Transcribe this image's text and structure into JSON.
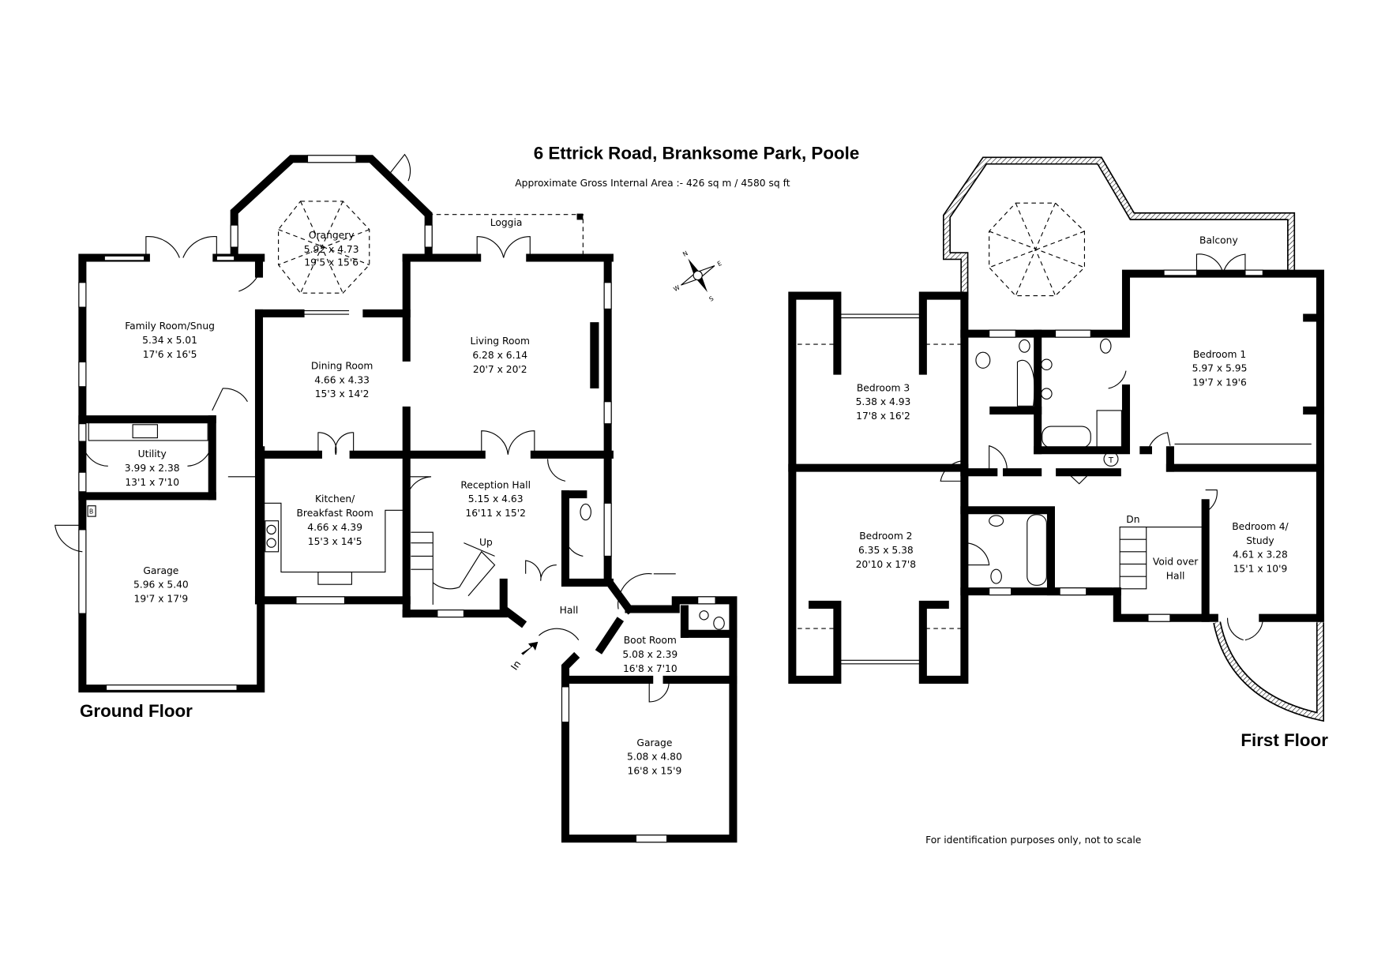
{
  "title": "6 Ettrick Road, Branksome Park, Poole",
  "area": "Approximate Gross Internal Area  :-   426 sq m /  4580 sq ft",
  "disclaimer": "For identification purposes only, not to scale",
  "ground_floor": {
    "label": "Ground Floor",
    "rooms": [
      {
        "name": "Orangery",
        "metric": "5.92 x 4.73",
        "imperial": "19'5 x 15'6"
      },
      {
        "name": "Loggia"
      },
      {
        "name": "Family Room/Snug",
        "metric": "5.34 x 5.01",
        "imperial": "17'6 x 16'5"
      },
      {
        "name": "Dining Room",
        "metric": "4.66 x 4.33",
        "imperial": "15'3 x 14'2"
      },
      {
        "name": "Living Room",
        "metric": "6.28 x 6.14",
        "imperial": "20'7 x 20'2"
      },
      {
        "name": "Utility",
        "metric": "3.99 x 2.38",
        "imperial": "13'1 x 7'10"
      },
      {
        "name": "Kitchen/",
        "name2": "Breakfast Room",
        "metric": "4.66 x 4.39",
        "imperial": "15'3 x 14'5"
      },
      {
        "name": "Reception Hall",
        "metric": "5.15 x 4.63",
        "imperial": "16'11 x 15'2"
      },
      {
        "name": "Garage",
        "metric": "5.96 x 5.40",
        "imperial": "19'7 x 17'9"
      },
      {
        "name": "Hall"
      },
      {
        "name": "Boot Room",
        "metric": "5.08 x 2.39",
        "imperial": "16'8 x 7'10"
      },
      {
        "name": "Garage",
        "metric": "5.08 x 4.80",
        "imperial": "16'8 x 15'9"
      }
    ],
    "stairs_label": "Up",
    "entrance_label": "In",
    "boiler_label": "B"
  },
  "first_floor": {
    "label": "First Floor",
    "rooms": [
      {
        "name": "Balcony"
      },
      {
        "name": "Bedroom 1",
        "metric": "5.97 x 5.95",
        "imperial": "19'7 x 19'6"
      },
      {
        "name": "Bedroom 3",
        "metric": "5.38 x 4.93",
        "imperial": "17'8 x 16'2"
      },
      {
        "name": "Bedroom 2",
        "metric": "6.35 x 5.38",
        "imperial": "20'10 x 17'8"
      },
      {
        "name": "Bedroom 4/",
        "name2": "Study",
        "metric": "4.61 x 3.28",
        "imperial": "15'1 x 10'9"
      },
      {
        "name": "Void over",
        "name2": "Hall"
      }
    ],
    "stairs_label": "Dn",
    "tank_label": "T"
  },
  "compass": {
    "icon": "compass-rose-icon",
    "letters": [
      "N",
      "S",
      "E",
      "W"
    ]
  }
}
